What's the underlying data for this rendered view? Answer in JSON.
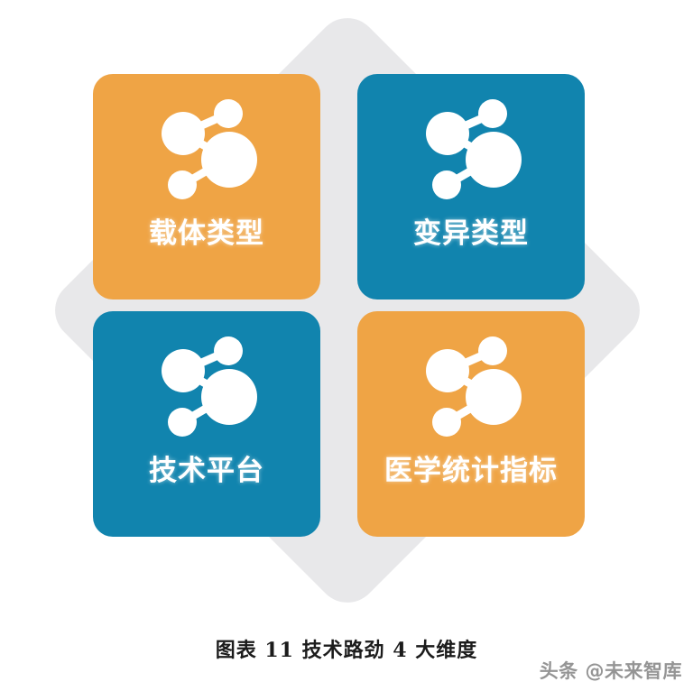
{
  "figure": {
    "caption": "图表 11 技术路劲 4 大维度",
    "watermark": "头条 @未来智库",
    "background_shape": "rounded-diamond",
    "colors": {
      "orange": "#efa445",
      "teal": "#1184ae",
      "diamond_gray": "#e8e8ea",
      "page_background": "#ffffff",
      "label_text": "#ffffff",
      "caption_text": "#1b1b1b",
      "watermark_text": "#8d8d8d"
    }
  },
  "cards": [
    {
      "id": "carrier-type",
      "label": "载体类型",
      "color": "orange",
      "icon": "molecule-network-icon",
      "position": "top-left"
    },
    {
      "id": "variation-type",
      "label": "变异类型",
      "color": "teal",
      "icon": "molecule-network-icon",
      "position": "top-right"
    },
    {
      "id": "technology-platform",
      "label": "技术平台",
      "color": "teal",
      "icon": "molecule-network-icon",
      "position": "bottom-left"
    },
    {
      "id": "medical-statistics-index",
      "label": "医学统计指标",
      "color": "orange",
      "icon": "molecule-network-icon",
      "position": "bottom-right"
    }
  ]
}
